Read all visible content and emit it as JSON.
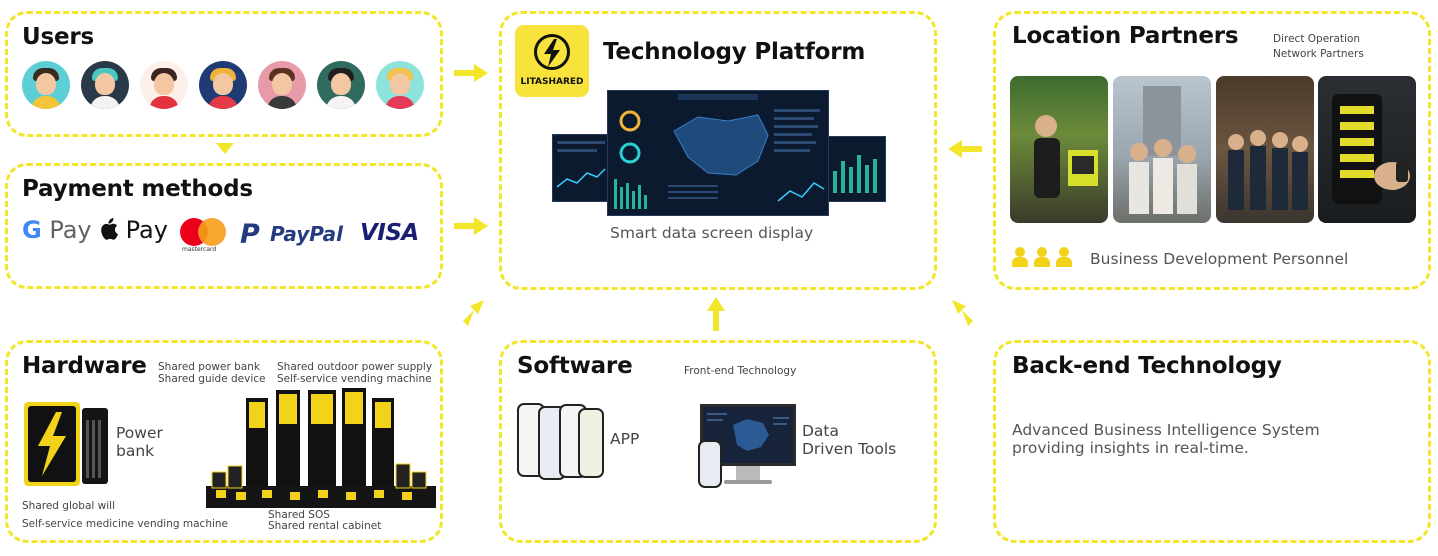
{
  "users": {
    "title": "Users",
    "avatar_count": 7
  },
  "payment": {
    "title": "Payment methods",
    "logos": {
      "gpay": "G Pay",
      "gpay_g": "G",
      "gpay_rest": " Pay",
      "apay_symbol": "",
      "apay": " Pay",
      "mastercard": "mastercard",
      "paypal_icon": "P",
      "paypal": "PayPal",
      "visa": "VISA"
    }
  },
  "platform": {
    "title": "Technology Platform",
    "logo_text": "LITASHARED",
    "caption": "Smart data screen display"
  },
  "partners": {
    "title": "Location Partners",
    "note1": "Direct Operation",
    "note2": "Network Partners",
    "personnel": "Business Development Personnel"
  },
  "hardware": {
    "title": "Hardware",
    "tag1": "Shared power bank",
    "tag2": "Shared guide device",
    "tag3": "Shared outdoor power supply",
    "tag4": "Self-service vending machine",
    "power_bank_line1": "Power",
    "power_bank_line2": "bank",
    "bottom1": "Shared global will",
    "bottom2": "Self-service medicine vending machine",
    "bottom3": "Shared SOS",
    "bottom4": "Shared rental cabinet"
  },
  "software": {
    "title": "Software",
    "subtitle": "Front-end Technology",
    "app": "APP",
    "tools_line1": "Data",
    "tools_line2": "Driven Tools"
  },
  "backend": {
    "title": "Back-end Technology",
    "desc_line1": "Advanced Business Intelligence System",
    "desc_line2": "providing insights in real-time."
  },
  "colors": {
    "accent": "#f3e62a",
    "logo_yellow": "#f7e33b",
    "text": "#111111",
    "muted": "#555555"
  }
}
